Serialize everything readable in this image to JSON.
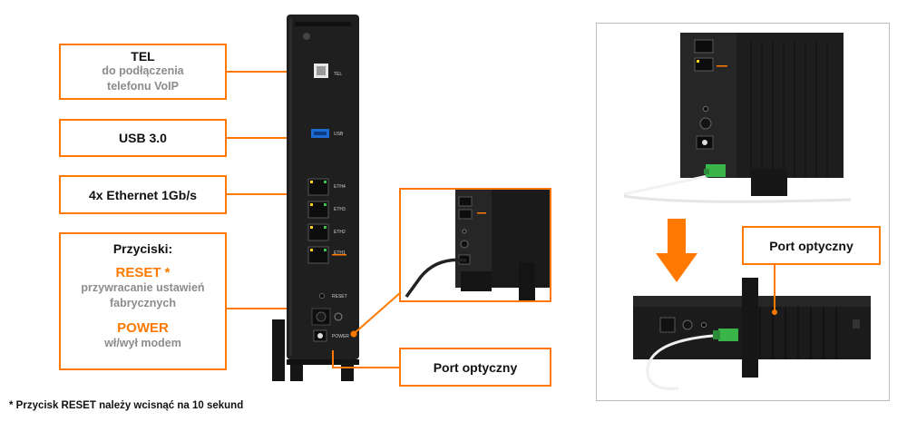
{
  "callouts": {
    "tel": {
      "title": "TEL",
      "line1": "do podłączenia",
      "line2": "telefonu VoIP"
    },
    "usb": {
      "title": "USB 3.0"
    },
    "ethernet": {
      "title": "4x Ethernet 1Gb/s"
    },
    "buttons": {
      "title": "Przyciski:",
      "reset_title": "RESET *",
      "reset_line1": "przywracanie ustawień",
      "reset_line2": "fabrycznych",
      "power_title": "POWER",
      "power_desc": "wł/wył modem"
    },
    "optical_left": {
      "title": "Port optyczny"
    },
    "optical_right": {
      "title": "Port optyczny"
    }
  },
  "device_labels": {
    "tel": "TEL",
    "usb": "USB",
    "eth4": "ETH4",
    "eth3": "ETH3",
    "eth2": "ETH2",
    "eth1": "ETH1",
    "reset": "RESET",
    "power": "POWER"
  },
  "footnote": "* Przycisk RESET należy wcisnąć na 10 sekund",
  "colors": {
    "accent": "#ff7900",
    "grey_text": "#8c8c8c",
    "device": "#1c1c1c",
    "fiber_connector": "#39b54a"
  }
}
